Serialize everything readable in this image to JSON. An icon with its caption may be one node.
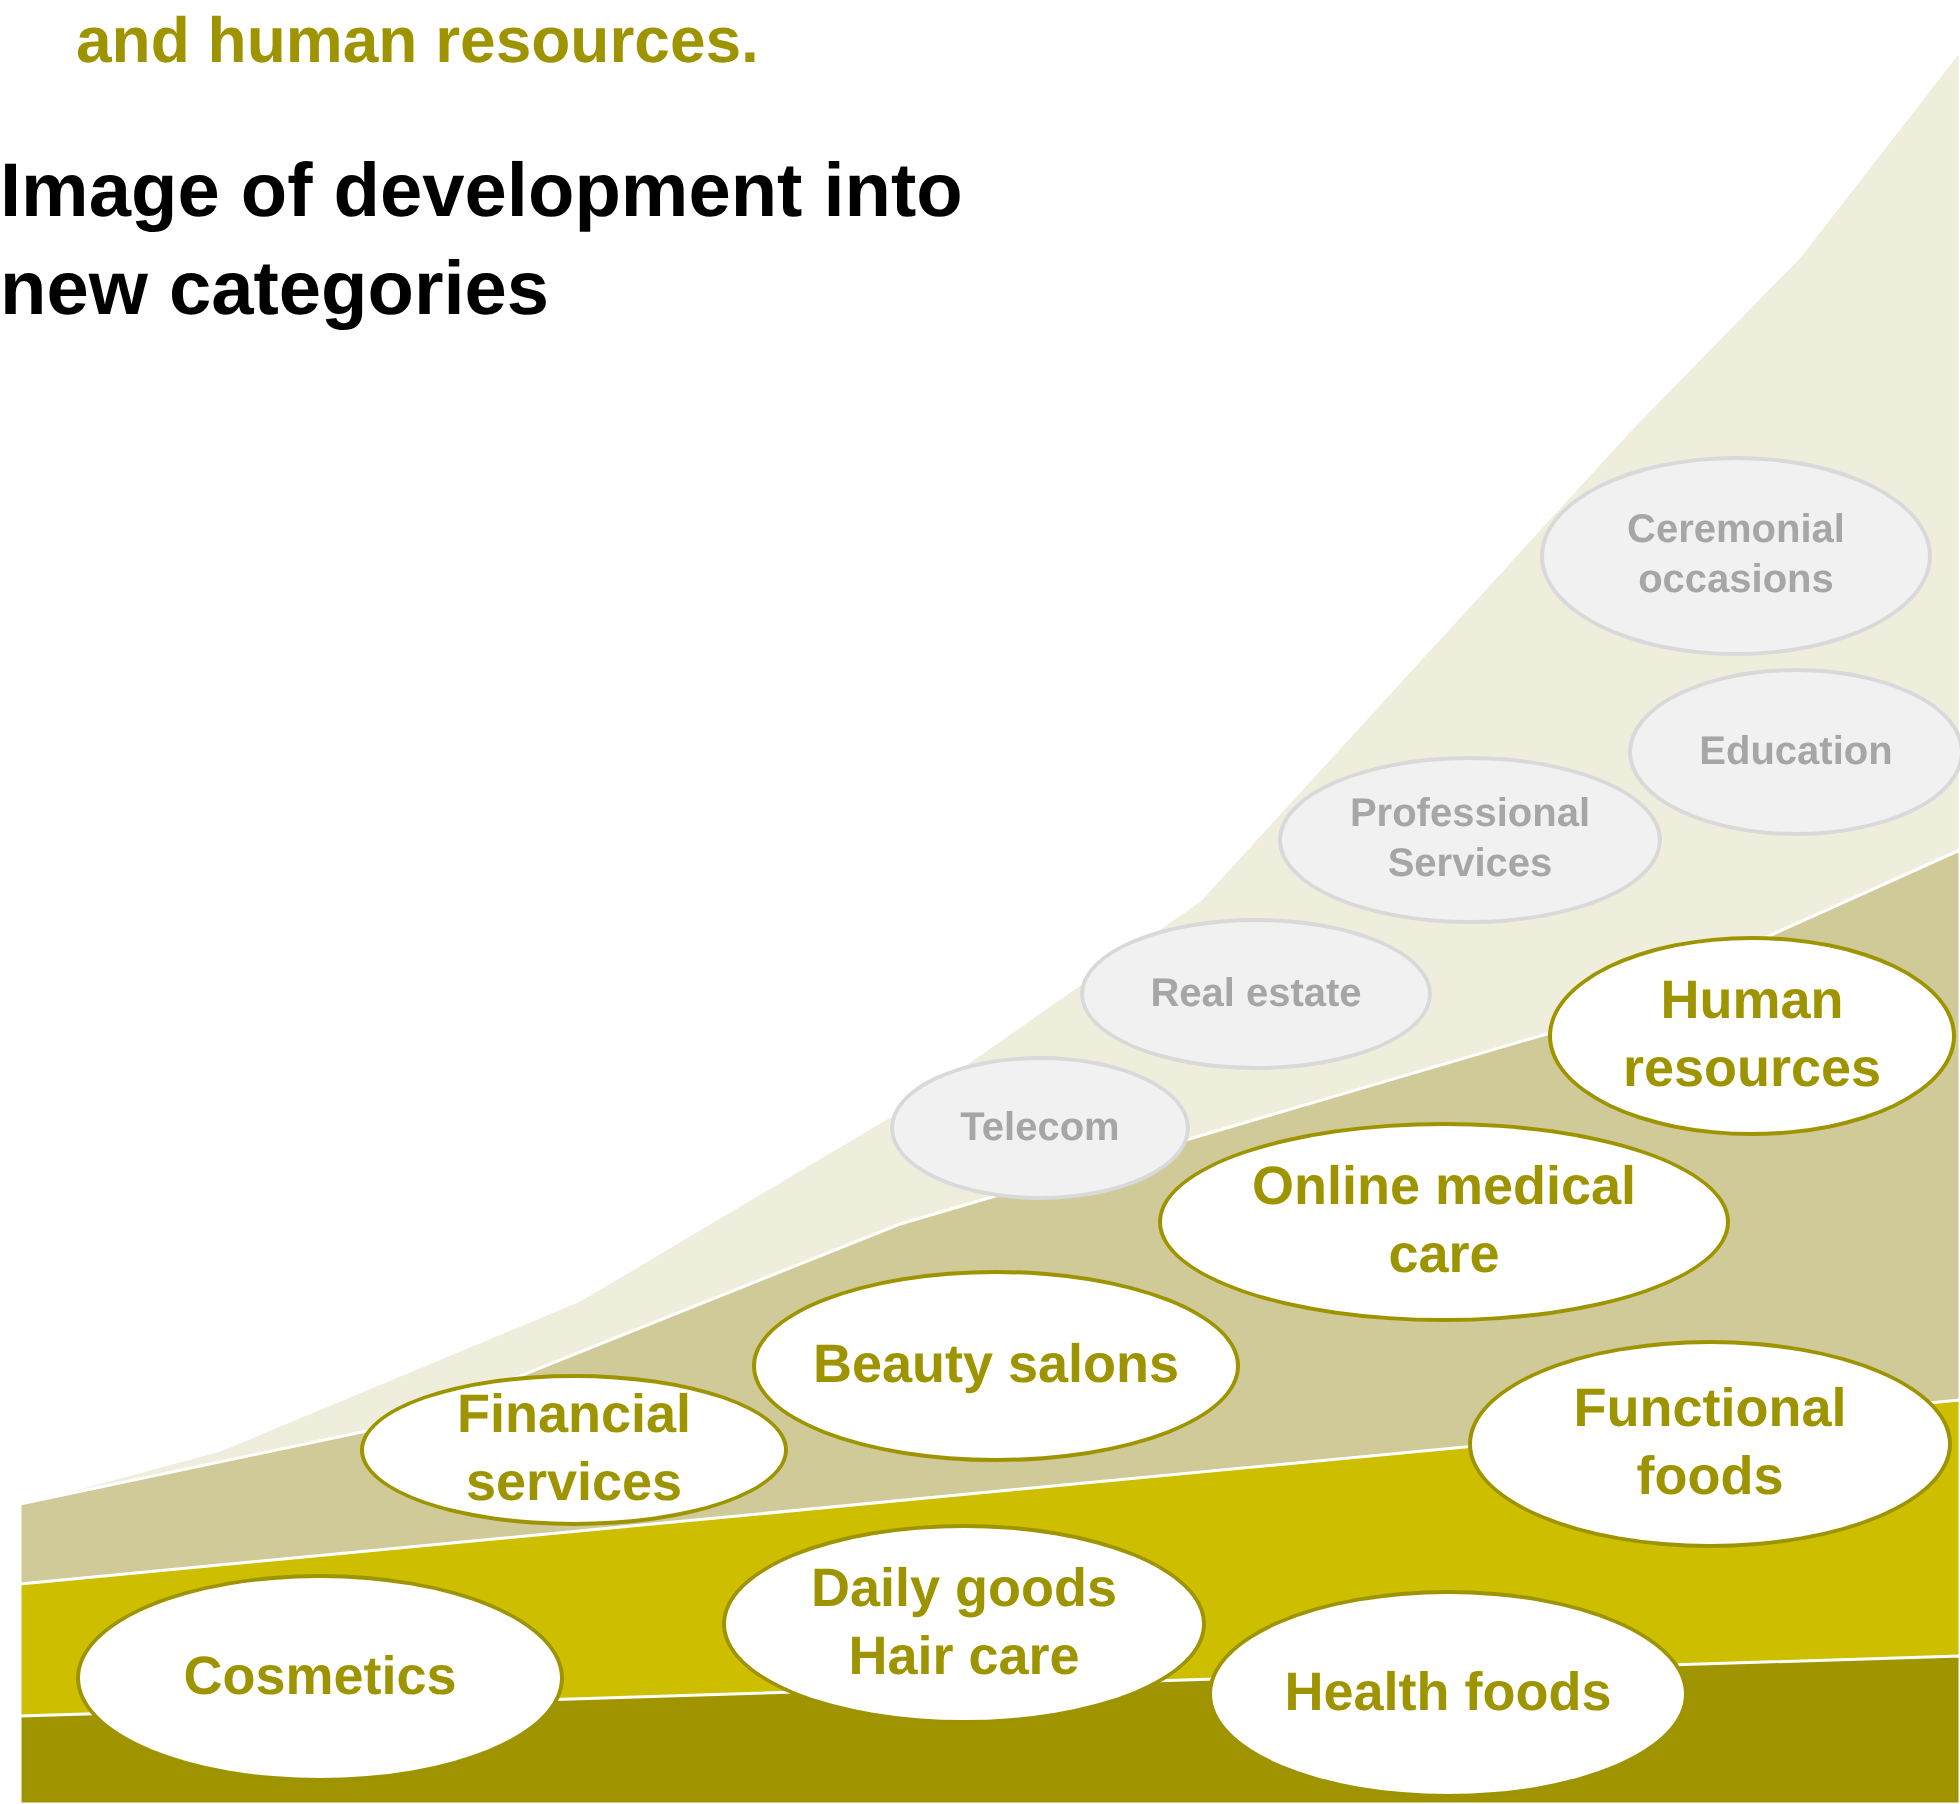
{
  "diagram": {
    "nodes": [
      {
        "text": [
          "Ceremonial occasions"
        ]
      },
      {
        "text": [
          "Education"
        ]
      },
      {
        "text": [
          "Professional Services"
        ]
      },
      {
        "text": [
          "Real estate"
        ]
      },
      {
        "text": [
          "Human resources"
        ]
      },
      {
        "text": [
          "Telecom"
        ]
      },
      {
        "text": [
          "Online medical care"
        ]
      },
      {
        "text": [
          "Beauty salons"
        ]
      },
      {
        "text": [
          "Financial services"
        ]
      },
      {
        "text": [
          "Functional foods"
        ]
      },
      {
        "text": [
          "Daily goods Hair care"
        ]
      },
      {
        "text": [
          "Health foods"
        ]
      },
      {
        "text": [
          "Cosmetics"
        ]
      }
    ],
    "labels": [
      "and human resources.",
      "Image of development into new categories"
    ]
  }
}
